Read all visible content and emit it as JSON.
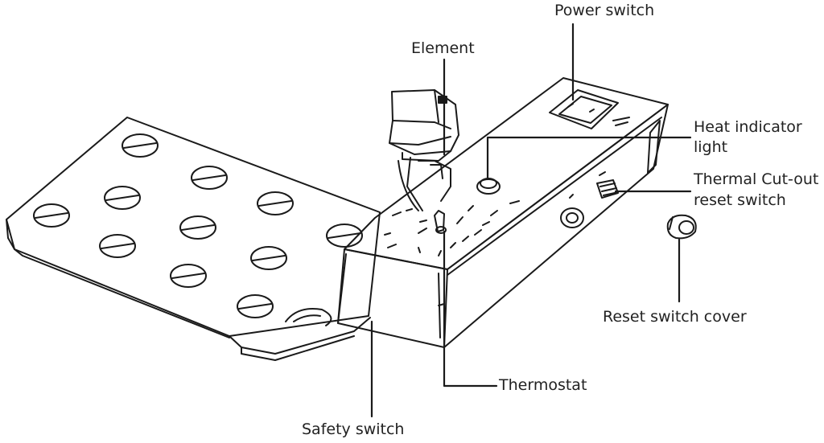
{
  "labels": {
    "power_switch": "Power switch",
    "element": "Element",
    "heat_indicator_line1": "Heat indicator",
    "heat_indicator_line2": "light",
    "thermal_cutout_line1": "Thermal Cut-out",
    "thermal_cutout_line2": "reset switch",
    "reset_switch_cover": "Reset switch cover",
    "thermostat": "Thermostat",
    "safety_switch": "Safety switch"
  },
  "colors": {
    "line": "#1a1a1a",
    "label_text": "#222222",
    "background": "#ffffff"
  }
}
